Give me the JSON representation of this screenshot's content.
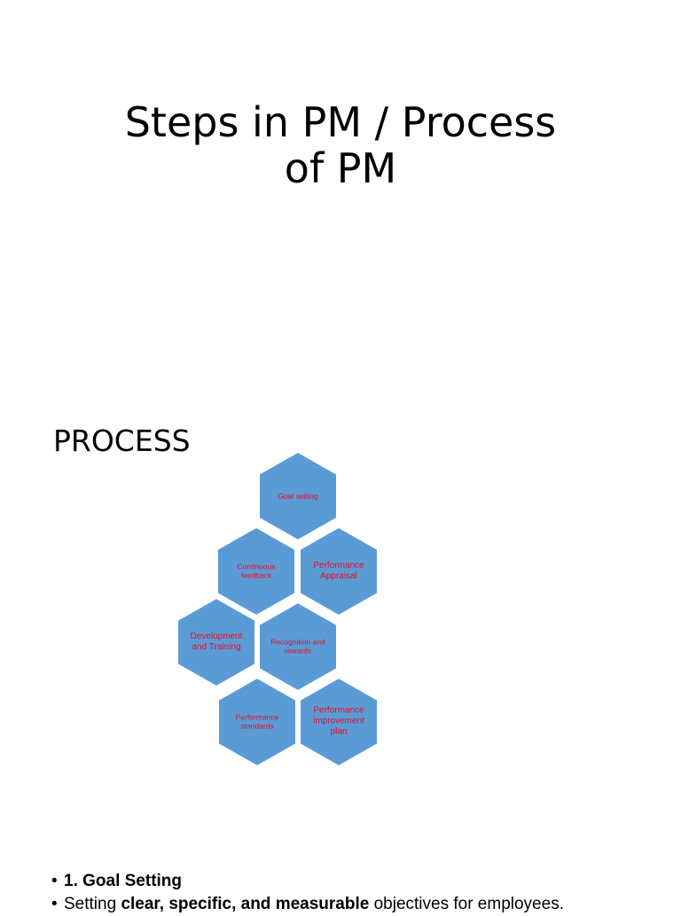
{
  "slide": {
    "title_line1": "Steps in PM / Process",
    "title_line2": "of PM"
  },
  "process": {
    "heading": "PROCESS",
    "hex_fill": "#5b9bd5",
    "hex_text_color": "#e0102a",
    "hexes": [
      {
        "label": "Goal setting"
      },
      {
        "label": "Continuous feedback"
      },
      {
        "label": "Performance Appraisal"
      },
      {
        "label": "Development and Training"
      },
      {
        "label": "Recognition and rewards"
      },
      {
        "label": "Performance standards"
      },
      {
        "label": "Performance improvement plan"
      }
    ]
  },
  "notes": {
    "bullet1": "1. Goal Setting",
    "bullet2_prefix": "Setting ",
    "bullet2_bold": "clear, specific, and measurable",
    "bullet2_suffix": " objectives for employees."
  }
}
